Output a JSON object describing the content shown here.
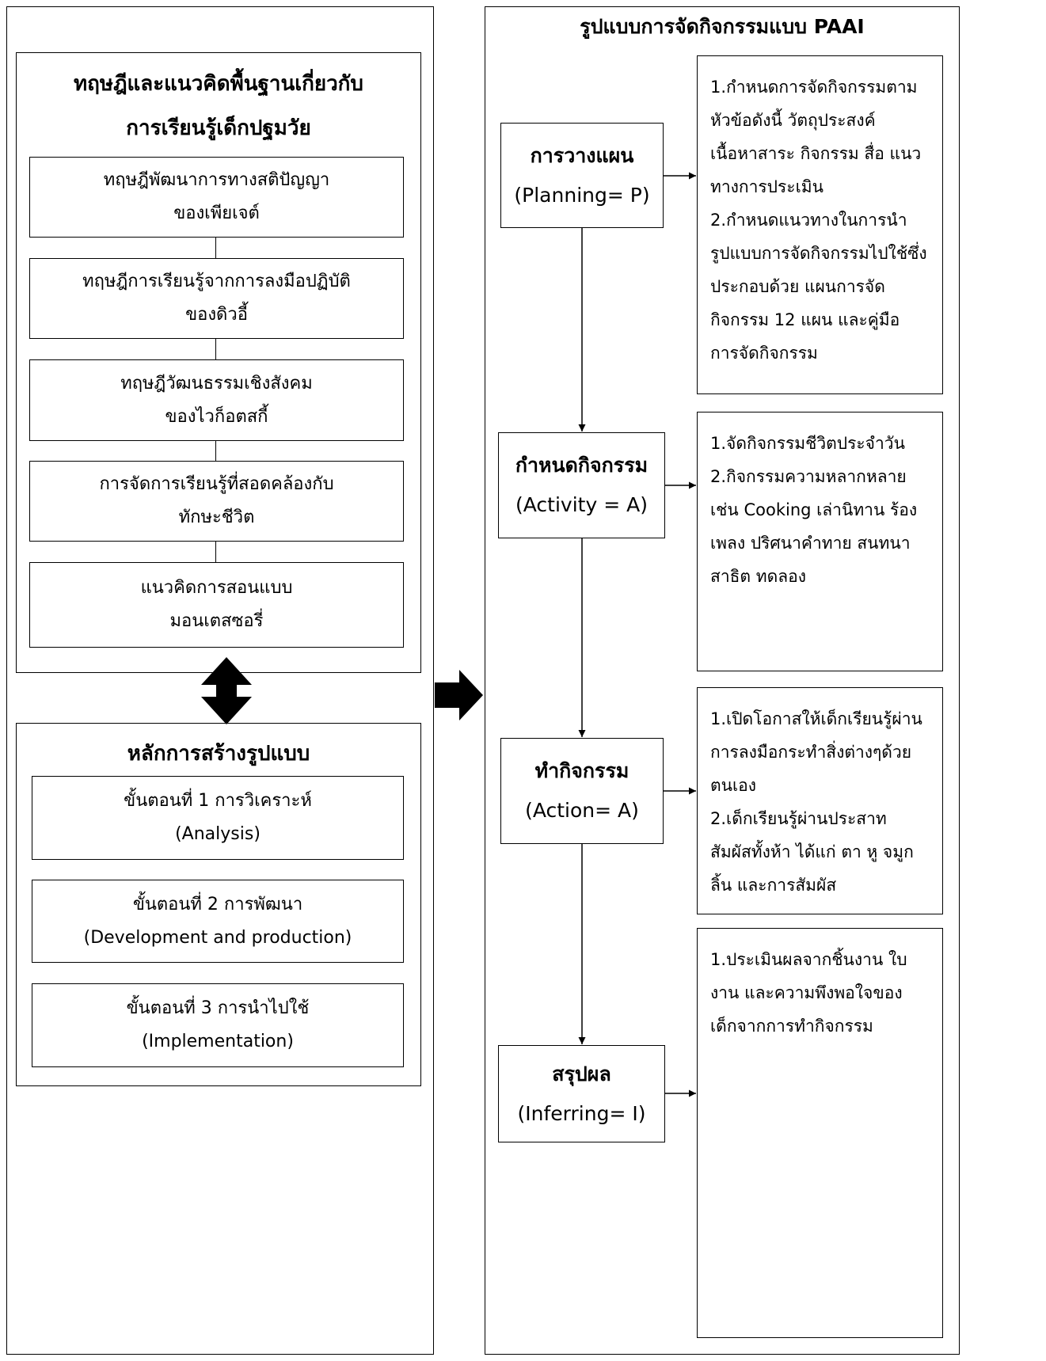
{
  "left": {
    "theory": {
      "title_1": "ทฤษฎีและแนวคิดพื้นฐานเกี่ยวกับ",
      "title_2": "การเรียนรู้เด็กปฐมวัย",
      "items": [
        {
          "l1": "ทฤษฎีพัฒนาการทางสติปัญญา",
          "l2": "ของเพียเจต์"
        },
        {
          "l1": "ทฤษฎีการเรียนรู้จากการลงมือปฏิบัติ",
          "l2": "ของดิวอี้"
        },
        {
          "l1": "ทฤษฎีวัฒนธรรมเชิงสังคม",
          "l2": "ของไวก็อตสกี้"
        },
        {
          "l1": "การจัดการเรียนรู้ที่สอดคล้องกับ",
          "l2": "ทักษะชีวิต"
        },
        {
          "l1": "แนวคิดการสอนแบบ",
          "l2": "มอนเตสซอรี่"
        }
      ]
    },
    "principles": {
      "title": "หลักการสร้างรูปแบบ",
      "items": [
        {
          "l1": "ขั้นตอนที่ 1 การวิเคราะห์",
          "l2": "(Analysis)"
        },
        {
          "l1": "ขั้นตอนที่ 2 การพัฒนา",
          "l2": "(Development and production)"
        },
        {
          "l1": "ขั้นตอนที่ 3 การนำไปใช้",
          "l2": "(Implementation)"
        }
      ]
    }
  },
  "right": {
    "title": "รูปแบบการจัดกิจกรรมแบบ PAAI",
    "steps": [
      {
        "name": "การวางแผน",
        "code": "(Planning= P)",
        "details": [
          "1.กำหนดการจัดกิจกรรมตาม",
          "หัวข้อดังนี้ วัตถุประสงค์",
          "เนื้อหาสาระ กิจกรรม สื่อ แนว",
          "ทางการประเมิน",
          "2.กำหนดแนวทางในการนำ",
          "รูปแบบการจัดกิจกรรมไปใช้ซึ่ง",
          "ประกอบด้วย แผนการจัด",
          "กิจกรรม 12 แผน และคู่มือ",
          "การจัดกิจกรรม"
        ]
      },
      {
        "name": "กำหนดกิจกรรม",
        "code": "(Activity = A)",
        "details": [
          "1.จัดกิจกรรมชีวิตประจำวัน",
          "2.กิจกรรมความหลากหลาย",
          "เช่น Cooking เล่านิทาน ร้อง",
          "เพลง ปริศนาคำทาย สนทนา",
          "สาธิต ทดลอง"
        ]
      },
      {
        "name": "ทำกิจกรรม",
        "code": "(Action= A)",
        "details": [
          "1.เปิดโอกาสให้เด็กเรียนรู้ผ่าน",
          "การลงมือกระทำสิ่งต่างๆด้วย",
          "ตนเอง",
          "2.เด็กเรียนรู้ผ่านประสาท",
          "สัมผัสทั้งห้า ได้แก่ ตา หู จมูก",
          "ลิ้น และการสัมผัส"
        ]
      },
      {
        "name": "สรุปผล",
        "code": "(Inferring= I)",
        "details": [
          "1.ประเมินผลจากชิ้นงาน ใบ",
          "งาน และความพึงพอใจของ",
          "เด็กจากการทำกิจกรรม"
        ]
      }
    ]
  }
}
